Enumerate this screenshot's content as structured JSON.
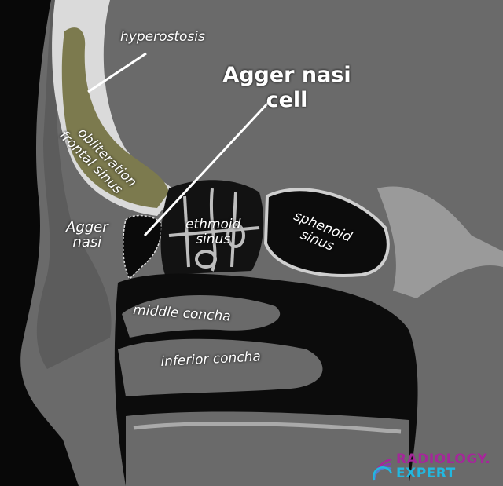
{
  "labels": {
    "hyperostosis": "hyperostosis",
    "agger_nasi_cell": [
      "Agger nasi",
      "cell"
    ],
    "obliteration": [
      "obliteration",
      "frontal sinus"
    ],
    "agger_nasi": [
      "Agger",
      "nasi"
    ],
    "ethmoid": [
      "ethmoid",
      "sinus"
    ],
    "sphenoid": [
      "sphenoid",
      "sinus"
    ],
    "middle_concha": "middle concha",
    "inferior_concha": "inferior concha"
  },
  "logo": {
    "line1": "RADIOLOGY.",
    "line2": "EXPERT",
    "colors": {
      "primary": "#a5279a",
      "secondary": "#22b8e0"
    }
  },
  "colors": {
    "highlight": "#7a7a4a",
    "bone": "#d8d8d8",
    "air": "#0a0a0a"
  }
}
